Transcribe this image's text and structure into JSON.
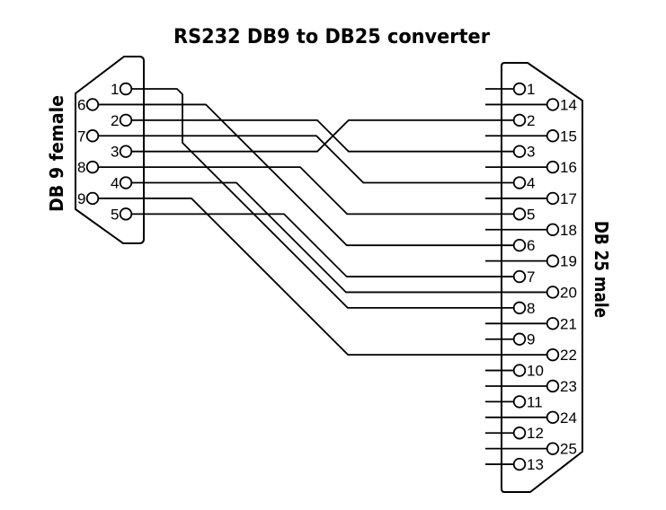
{
  "title": "RS232 DB9 to DB25 converter",
  "colors": {
    "line": "#000000",
    "background": "#ffffff",
    "text": "#000000"
  },
  "db9": {
    "label": "DB 9 female",
    "pins": [
      {
        "num": "1",
        "row": 0,
        "col": "inner"
      },
      {
        "num": "6",
        "row": 1,
        "col": "outer"
      },
      {
        "num": "2",
        "row": 2,
        "col": "inner"
      },
      {
        "num": "7",
        "row": 3,
        "col": "outer"
      },
      {
        "num": "3",
        "row": 4,
        "col": "inner"
      },
      {
        "num": "8",
        "row": 5,
        "col": "outer"
      },
      {
        "num": "4",
        "row": 6,
        "col": "inner"
      },
      {
        "num": "9",
        "row": 7,
        "col": "outer"
      },
      {
        "num": "5",
        "row": 8,
        "col": "inner"
      }
    ]
  },
  "db25": {
    "label": "DB 25 male",
    "pins": [
      {
        "num": "1",
        "row": 0,
        "col": "inner"
      },
      {
        "num": "14",
        "row": 1,
        "col": "outer"
      },
      {
        "num": "2",
        "row": 2,
        "col": "inner"
      },
      {
        "num": "15",
        "row": 3,
        "col": "outer"
      },
      {
        "num": "3",
        "row": 4,
        "col": "inner"
      },
      {
        "num": "16",
        "row": 5,
        "col": "outer"
      },
      {
        "num": "4",
        "row": 6,
        "col": "inner"
      },
      {
        "num": "17",
        "row": 7,
        "col": "outer"
      },
      {
        "num": "5",
        "row": 8,
        "col": "inner"
      },
      {
        "num": "18",
        "row": 9,
        "col": "outer"
      },
      {
        "num": "6",
        "row": 10,
        "col": "inner"
      },
      {
        "num": "19",
        "row": 11,
        "col": "outer"
      },
      {
        "num": "7",
        "row": 12,
        "col": "inner"
      },
      {
        "num": "20",
        "row": 13,
        "col": "outer"
      },
      {
        "num": "8",
        "row": 14,
        "col": "inner"
      },
      {
        "num": "21",
        "row": 15,
        "col": "outer"
      },
      {
        "num": "9",
        "row": 16,
        "col": "inner"
      },
      {
        "num": "22",
        "row": 17,
        "col": "outer"
      },
      {
        "num": "10",
        "row": 18,
        "col": "inner"
      },
      {
        "num": "23",
        "row": 19,
        "col": "outer"
      },
      {
        "num": "11",
        "row": 20,
        "col": "inner"
      },
      {
        "num": "24",
        "row": 21,
        "col": "outer"
      },
      {
        "num": "12",
        "row": 22,
        "col": "inner"
      },
      {
        "num": "25",
        "row": 23,
        "col": "outer"
      },
      {
        "num": "13",
        "row": 24,
        "col": "inner"
      }
    ]
  },
  "connections": [
    {
      "from": "1",
      "to": "8"
    },
    {
      "from": "6",
      "to": "6"
    },
    {
      "from": "2",
      "to": "3"
    },
    {
      "from": "7",
      "to": "4"
    },
    {
      "from": "3",
      "to": "2"
    },
    {
      "from": "8",
      "to": "5"
    },
    {
      "from": "4",
      "to": "20"
    },
    {
      "from": "9",
      "to": "22"
    },
    {
      "from": "5",
      "to": "7"
    }
  ]
}
